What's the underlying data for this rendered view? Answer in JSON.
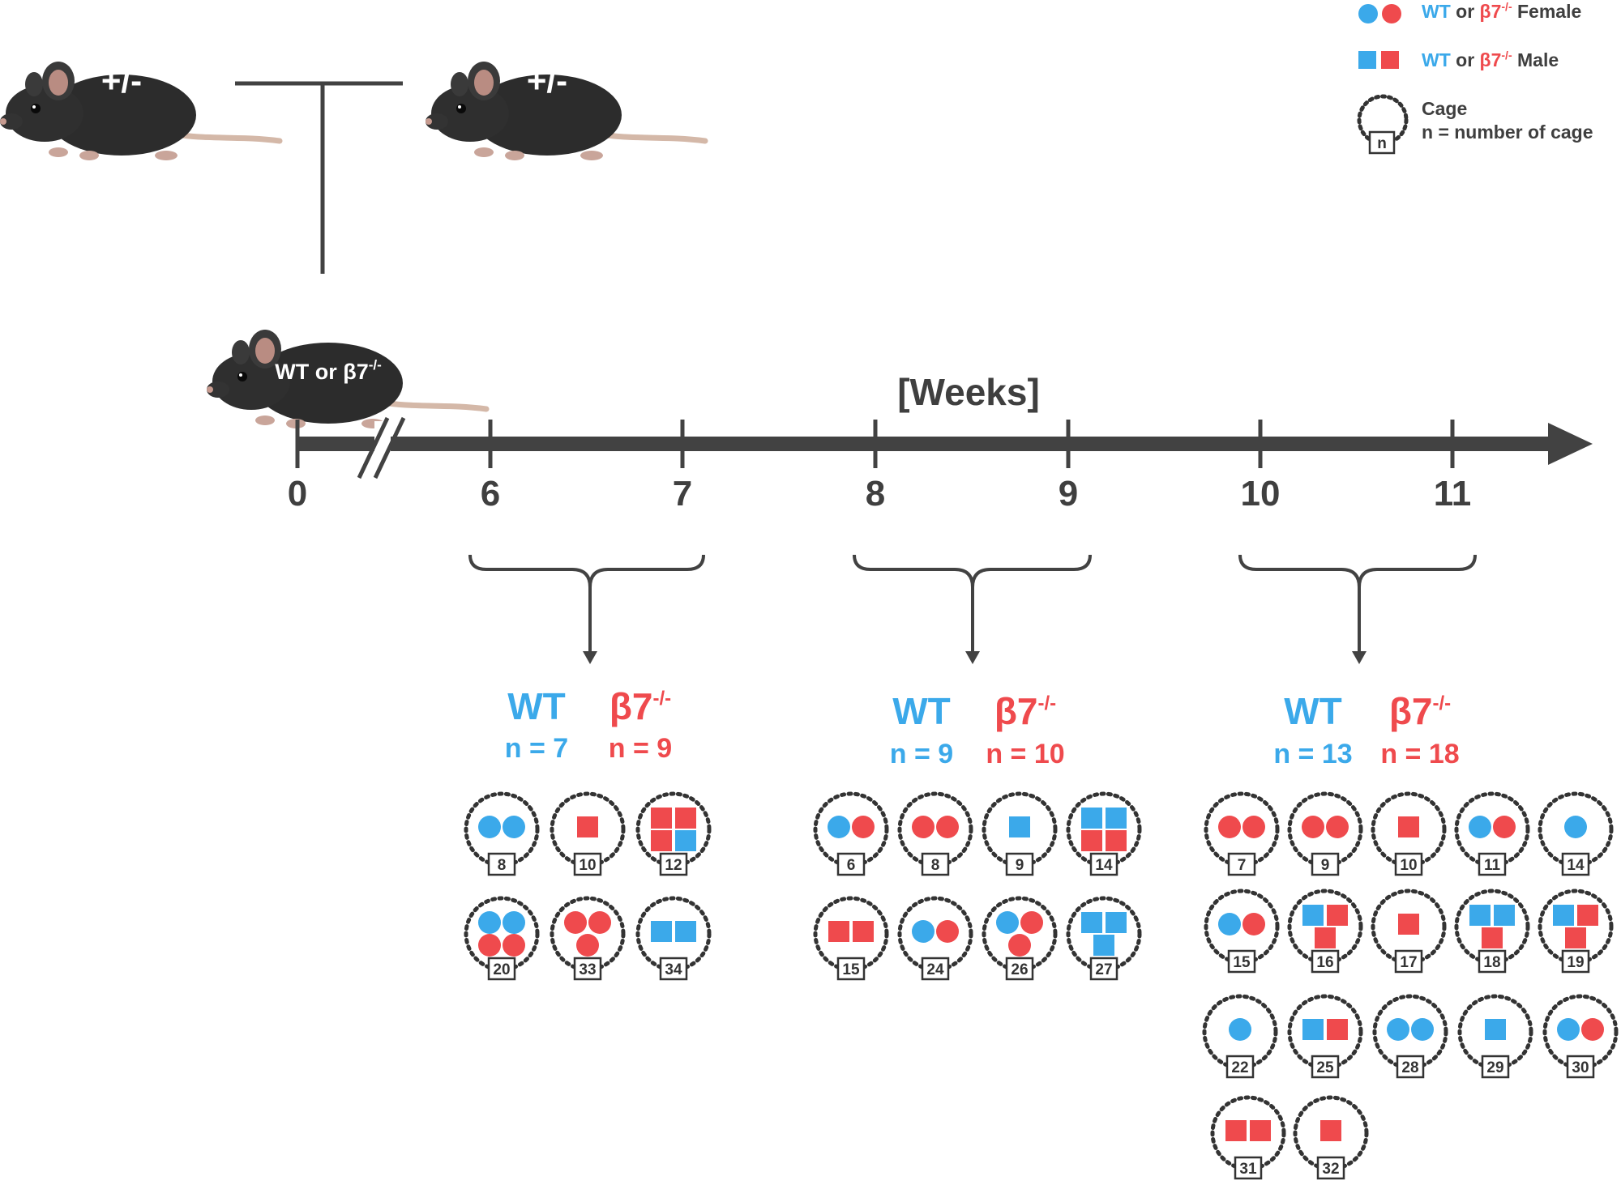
{
  "colors": {
    "wt": "#3ba9ea",
    "ko": "#ef4a4d",
    "line": "#424242",
    "mouse_body": "#2c2c2c",
    "tail": "#d4b8a8"
  },
  "parents": {
    "left_label": "+/-",
    "right_label": "+/-"
  },
  "offspring_label": {
    "prefix": "WT or β7",
    "sup": "-/-"
  },
  "timeline": {
    "title": "[Weeks]",
    "ticks": [
      "0",
      "6",
      "7",
      "8",
      "9",
      "10",
      "11"
    ]
  },
  "legend": {
    "female": {
      "wt": "WT",
      "or": " or ",
      "ko": "β7",
      "sup": "-/-",
      "suffix": " Female"
    },
    "male": {
      "wt": "WT",
      "or": " or ",
      "ko": "β7",
      "sup": "-/-",
      "suffix": " Male"
    },
    "cage_title": "Cage",
    "cage_desc": "n = number of cage",
    "cage_symbol": "n"
  },
  "groups": [
    {
      "wt_label": "WT",
      "ko_label": "β7",
      "ko_sup": "-/-",
      "wt_n": "n = 7",
      "ko_n": "n = 9",
      "cages": [
        {
          "num": "8",
          "animals": [
            "wf",
            "wf"
          ]
        },
        {
          "num": "10",
          "animals": [
            "km"
          ]
        },
        {
          "num": "12",
          "animals": [
            "km",
            "km",
            "km",
            "wm"
          ]
        },
        {
          "num": "20",
          "animals": [
            "wf",
            "wf",
            "kf",
            "kf"
          ]
        },
        {
          "num": "33",
          "animals": [
            "kf",
            "kf",
            "kf"
          ]
        },
        {
          "num": "34",
          "animals": [
            "wm",
            "wm"
          ]
        }
      ]
    },
    {
      "wt_label": "WT",
      "ko_label": "β7",
      "ko_sup": "-/-",
      "wt_n": "n = 9",
      "ko_n": "n = 10",
      "cages": [
        {
          "num": "6",
          "animals": [
            "wf",
            "kf"
          ]
        },
        {
          "num": "8",
          "animals": [
            "kf",
            "kf"
          ]
        },
        {
          "num": "9",
          "animals": [
            "wm"
          ]
        },
        {
          "num": "14",
          "animals": [
            "wm",
            "wm",
            "km",
            "km"
          ]
        },
        {
          "num": "15",
          "animals": [
            "km",
            "km"
          ]
        },
        {
          "num": "24",
          "animals": [
            "wf",
            "kf"
          ]
        },
        {
          "num": "26",
          "animals": [
            "wf",
            "kf",
            "kf"
          ]
        },
        {
          "num": "27",
          "animals": [
            "wm",
            "wm",
            "wm"
          ]
        }
      ]
    },
    {
      "wt_label": "WT",
      "ko_label": "β7",
      "ko_sup": "-/-",
      "wt_n": "n = 13",
      "ko_n": "n = 18",
      "cages": [
        {
          "num": "7",
          "animals": [
            "kf",
            "kf"
          ]
        },
        {
          "num": "9",
          "animals": [
            "kf",
            "kf"
          ]
        },
        {
          "num": "10",
          "animals": [
            "km"
          ]
        },
        {
          "num": "11",
          "animals": [
            "wf",
            "kf"
          ]
        },
        {
          "num": "14",
          "animals": [
            "wf"
          ]
        },
        {
          "num": "15",
          "animals": [
            "wf",
            "kf"
          ]
        },
        {
          "num": "16",
          "animals": [
            "wm",
            "km",
            "km"
          ]
        },
        {
          "num": "17",
          "animals": [
            "km"
          ]
        },
        {
          "num": "18",
          "animals": [
            "wm",
            "wm",
            "km"
          ]
        },
        {
          "num": "19",
          "animals": [
            "wm",
            "km",
            "km"
          ]
        },
        {
          "num": "22",
          "animals": [
            "wf"
          ]
        },
        {
          "num": "25",
          "animals": [
            "wm",
            "km"
          ]
        },
        {
          "num": "28",
          "animals": [
            "wf",
            "wf"
          ]
        },
        {
          "num": "29",
          "animals": [
            "wm"
          ]
        },
        {
          "num": "30",
          "animals": [
            "wf",
            "kf"
          ]
        },
        {
          "num": "31",
          "animals": [
            "km",
            "km"
          ]
        },
        {
          "num": "32",
          "animals": [
            "km"
          ]
        }
      ]
    }
  ]
}
